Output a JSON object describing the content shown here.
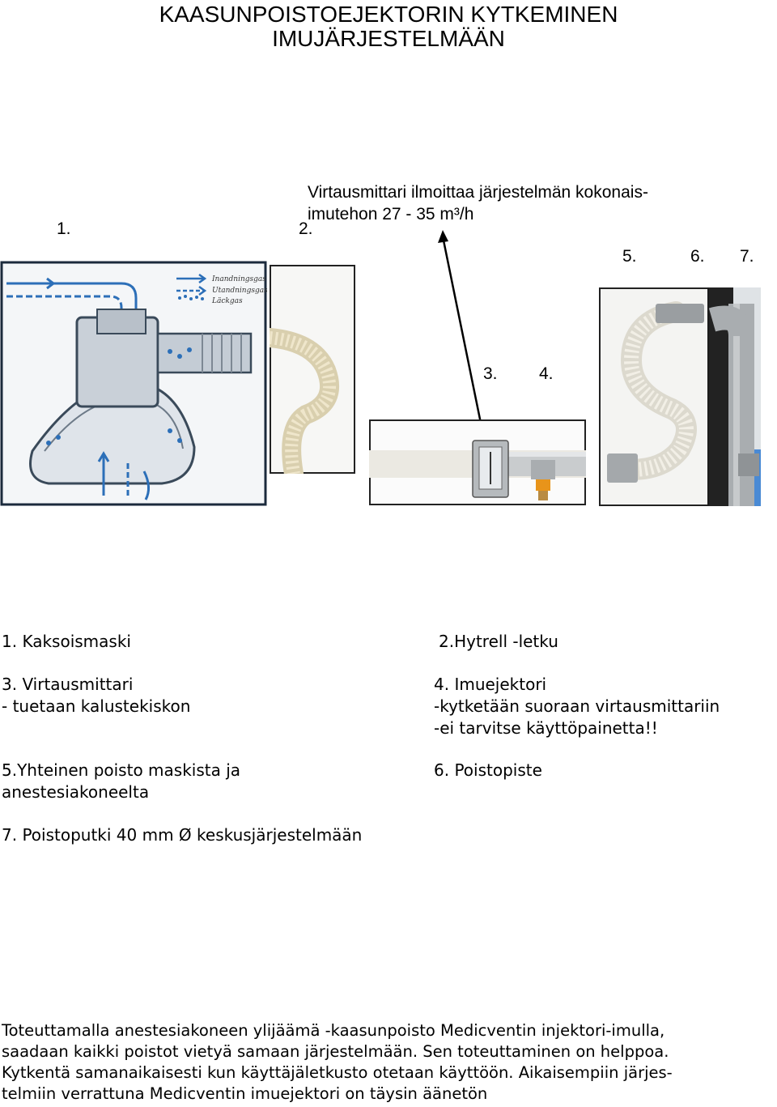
{
  "title": {
    "line1": "KAASUNPOISTOEJEKTORIN  KYTKEMINEN",
    "line2": "IMUJÄRJESTELMÄÄN"
  },
  "callout": {
    "line1": "Virtausmittari  ilmoittaa järjestelmän kokonais-",
    "line2": "imutehon 27 - 35  m³/h"
  },
  "markers": {
    "m1": "1.",
    "m2": "2.",
    "m3": "3.",
    "m4": "4.",
    "m5": "5.",
    "m6": "6.",
    "m7": "7."
  },
  "figure": {
    "legend": [
      "Inandningsgas",
      "Utandningsgas",
      "Läckgas"
    ]
  },
  "legend_list": {
    "item1": "1. Kaksoismaski",
    "item2": "2.Hytrell -letku",
    "item3_a": "3. Virtausmittari",
    "item3_b": "- tuetaan kalustekiskon",
    "item4_a": "4. Imuejektori",
    "item4_b": "-kytketään suoraan virtausmittariin",
    "item4_c": "-ei tarvitse käyttöpainetta!!",
    "item5_a": "5.Yhteinen poisto maskista ja",
    "item5_b": "anestesiakoneelta",
    "item6": "6. Poistopiste",
    "item7": "7. Poistoputki  40 mm Ø keskusjärjestelmään"
  },
  "paragraph": {
    "line1": "Toteuttamalla anestesiakoneen ylijäämä -kaasunpoisto Medicventin injektori-imulla,",
    "line2": "saadaan kaikki poistot vietyä samaan järjestelmään. Sen toteuttaminen on helppoa.",
    "line3": "Kytkentä samanaikaisesti kun käyttäjäletkusto otetaan käyttöön. Aikaisempiin järjes-",
    "line4": "telmiin verrattuna Medicventin imuejektori on täysin äänetön"
  },
  "colors": {
    "panel_blue": "#4a8ad4",
    "hose": "#e8dfc4",
    "pipe_grey": "#a9adb0",
    "fitting_orange": "#e8941a"
  }
}
